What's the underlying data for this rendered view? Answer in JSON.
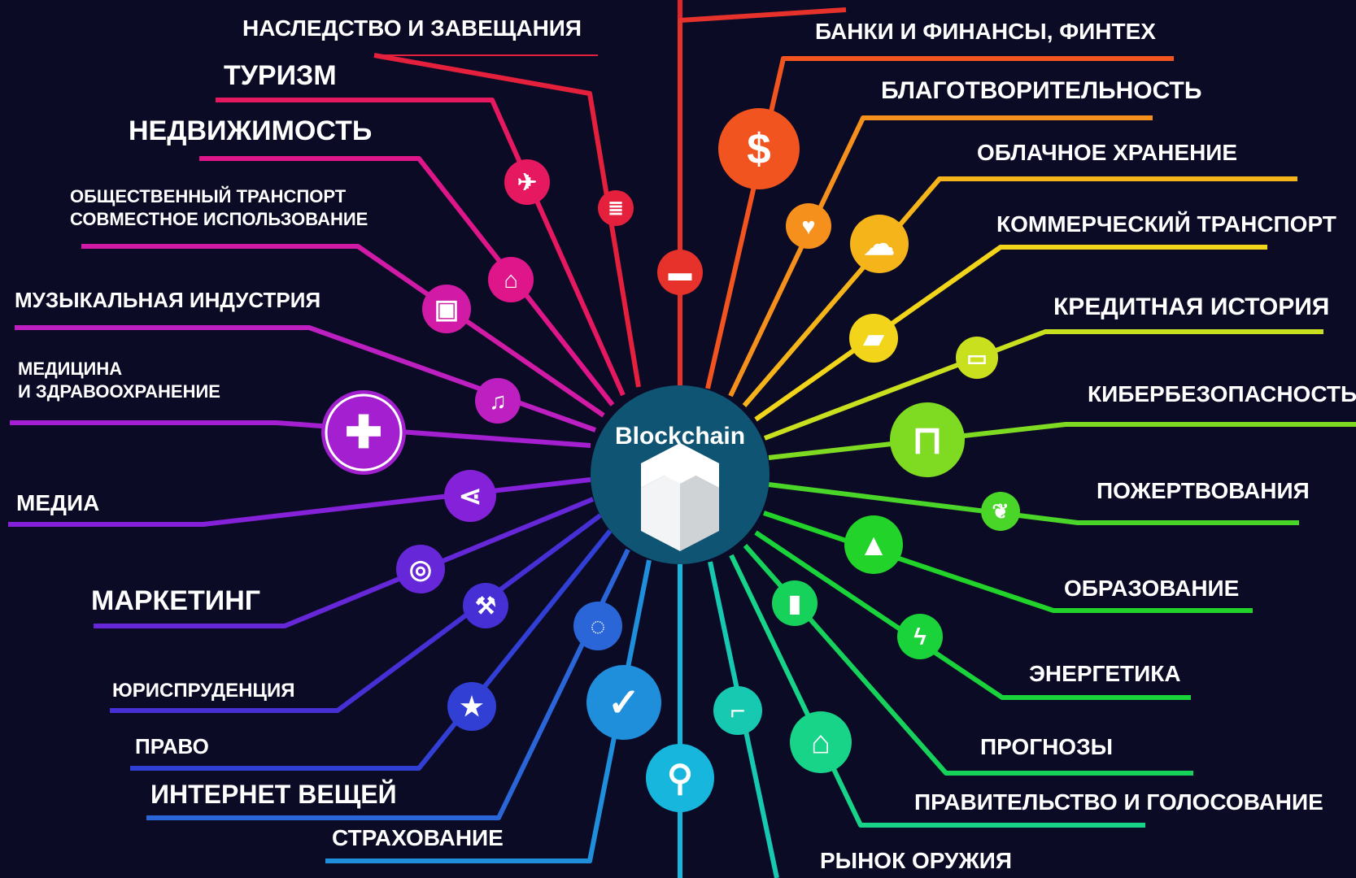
{
  "center": {
    "label": "Blockchain",
    "icon": "cube-icon",
    "color": "#0f5473"
  },
  "spokes": [
    {
      "name": "top-cut",
      "label": "",
      "icon": "",
      "color": "#e0262b"
    },
    {
      "name": "inheritance",
      "label": "НАСЛЕДСТВО И ЗАВЕЩАНИЯ",
      "icon": "scroll-icon",
      "color": "#e5203c"
    },
    {
      "name": "tourism",
      "label": "ТУРИЗМ",
      "icon": "airplane-icon",
      "color": "#e6185f"
    },
    {
      "name": "real-estate",
      "label": "НЕДВИЖИМОСТЬ",
      "icon": "house-icon",
      "color": "#df168a"
    },
    {
      "name": "public-transport",
      "label": "ОБЩЕСТВЕННЫЙ ТРАНСПОРТ\nСОВМЕСТНОЕ ИСПОЛЬЗОВАНИЕ",
      "icon": "bus-icon",
      "color": "#d11aa6"
    },
    {
      "name": "music",
      "label": "МУЗЫКАЛЬНАЯ ИНДУСТРИЯ",
      "icon": "music-note-icon",
      "color": "#bd1fc0"
    },
    {
      "name": "medicine",
      "label": "МЕДИЦИНА\nИ ЗДРАВООХРАНЕНИЕ",
      "icon": "medical-cross-icon",
      "color": "#a41fcf"
    },
    {
      "name": "media",
      "label": "МЕДИА",
      "icon": "share-icon",
      "color": "#8521d8"
    },
    {
      "name": "marketing",
      "label": "МАРКЕТИНГ",
      "icon": "target-icon",
      "color": "#6527d8"
    },
    {
      "name": "jurisprudence",
      "label": "ЮРИСПРУДЕНЦИЯ",
      "icon": "gavel-icon",
      "color": "#472fd6"
    },
    {
      "name": "law",
      "label": "ПРАВО",
      "icon": "police-badge-icon",
      "color": "#323fd4"
    },
    {
      "name": "iot",
      "label": "ИНТЕРНЕТ ВЕЩЕЙ",
      "icon": "network-ring-icon",
      "color": "#2a66d8"
    },
    {
      "name": "insurance",
      "label": "СТРАХОВАНИЕ",
      "icon": "shield-check-icon",
      "color": "#1f8fdc"
    },
    {
      "name": "bottom-cut",
      "label": "",
      "icon": "person-search-icon",
      "color": "#17b6dd"
    },
    {
      "name": "arms-market",
      "label": "РЫНОК ОРУЖИЯ",
      "icon": "pistol-icon",
      "color": "#18c9b1"
    },
    {
      "name": "government",
      "label": "ПРАВИТЕЛЬСТВО И ГОЛОСОВАНИЕ",
      "icon": "government-building-icon",
      "color": "#17d489"
    },
    {
      "name": "forecasts",
      "label": "ПРОГНОЗЫ",
      "icon": "bar-chart-icon",
      "color": "#16d25a"
    },
    {
      "name": "energy",
      "label": "ЭНЕРГЕТИКА",
      "icon": "lightning-icon",
      "color": "#1ad33a"
    },
    {
      "name": "education",
      "label": "ОБРАЗОВАНИЕ",
      "icon": "graduation-cap-icon",
      "color": "#22d32a"
    },
    {
      "name": "donations",
      "label": "ПОЖЕРТВОВАНИЯ",
      "icon": "leaf-heart-icon",
      "color": "#4ad628"
    },
    {
      "name": "cybersecurity",
      "label": "КИБЕРБЕЗОПАСНОСТЬ",
      "icon": "padlock-icon",
      "color": "#7fdb21"
    },
    {
      "name": "credit-history",
      "label": "КРЕДИТНАЯ ИСТОРИЯ",
      "icon": "credit-card-icon",
      "color": "#c9e01e"
    },
    {
      "name": "commercial-transport",
      "label": "КОММЕРЧЕСКИЙ ТРАНСПОРТ",
      "icon": "truck-icon",
      "color": "#f2d51b"
    },
    {
      "name": "cloud-storage",
      "label": "ОБЛАЧНОЕ ХРАНЕНИЕ",
      "icon": "cloud-icon",
      "color": "#f6b41b"
    },
    {
      "name": "charity",
      "label": "БЛАГОТВОРИТЕЛЬНОСТЬ",
      "icon": "heart-icon",
      "color": "#f5901c"
    },
    {
      "name": "banking",
      "label": "БАНКИ И ФИНАНСЫ, ФИНТЕХ",
      "icon": "dollar-icon",
      "color": "#f1541f"
    },
    {
      "name": "automotive",
      "label": "",
      "icon": "car-icon",
      "color": "#e6322a"
    }
  ]
}
